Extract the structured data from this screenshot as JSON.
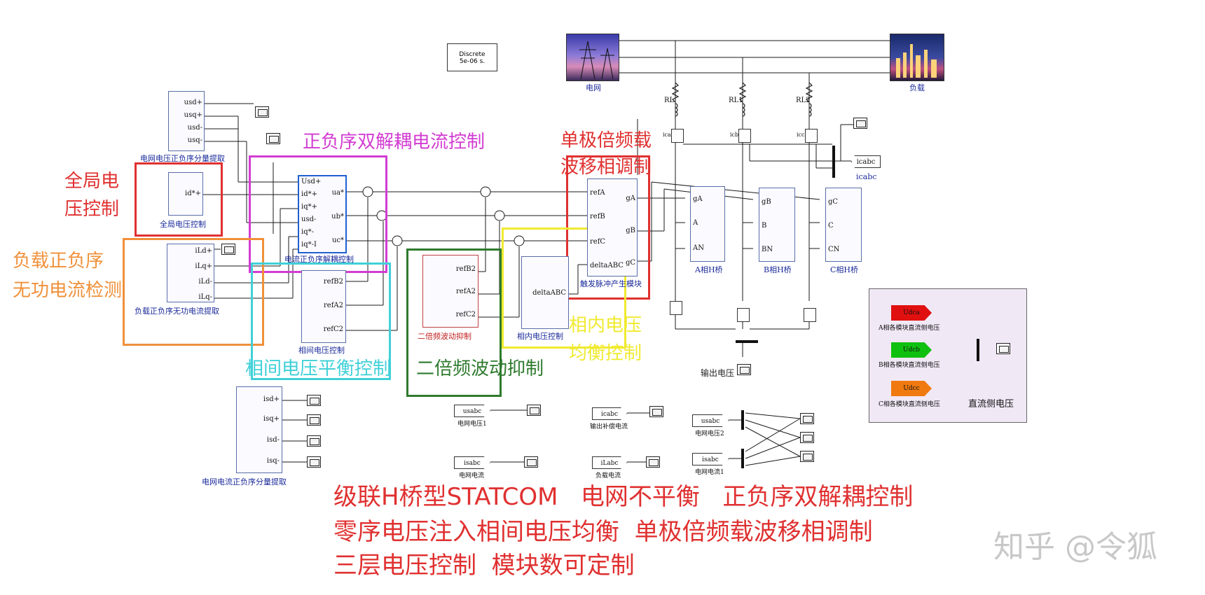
{
  "solver": {
    "line1": "Discrete",
    "line2": "5e-06 s."
  },
  "sources": {
    "grid": "电网",
    "load": "负载"
  },
  "resistors": {
    "r1": "RL",
    "r2": "RL1",
    "r3": "RL2"
  },
  "meas": {
    "ia": "ica",
    "ib": "icb",
    "ic": "icc"
  },
  "icabc_tag": "icabc",
  "icabc_label": "icabc",
  "blocks": {
    "grid_v_seq": {
      "label": "电网电压正负序分量提取",
      "ports": [
        "usd+",
        "usq+",
        "usd-",
        "usq-"
      ]
    },
    "global_v": {
      "label": "全局电压控制",
      "port": "id*+"
    },
    "load_seq": {
      "label": "负载正负序无功电流提取",
      "ports": [
        "iLd+",
        "iLq+",
        "iLd-",
        "iLq-"
      ]
    },
    "current_ctrl": {
      "label": "电流正负序解耦控制",
      "in_ports": [
        "Usd+",
        "id*+",
        "iq*+",
        "usd-",
        "iq*-",
        "iq*-I"
      ],
      "out_ports": [
        "ua*",
        "ub*",
        "uc*"
      ]
    },
    "interphase": {
      "label": "相间电压控制",
      "ports": [
        "refB2",
        "refA2",
        "refC2"
      ]
    },
    "second_harm": {
      "label": "二倍频波动抑制",
      "ports": [
        "refB2",
        "refA2",
        "refC2"
      ]
    },
    "inphase": {
      "label": "相内电压控制",
      "port": "deltaABC"
    },
    "pulse": {
      "label": "触发脉冲产生模块",
      "in_ports": [
        "refA",
        "refB",
        "refC",
        "deltaABC"
      ],
      "out_ports": [
        "gA",
        "gB",
        "gC"
      ]
    },
    "bridgeA": {
      "label": "A相H桥",
      "ports": [
        "gA",
        "A",
        "AN"
      ]
    },
    "bridgeB": {
      "label": "B相H桥",
      "ports": [
        "gB",
        "B",
        "BN"
      ]
    },
    "bridgeC": {
      "label": "C相H桥",
      "ports": [
        "gC",
        "C",
        "CN"
      ]
    },
    "grid_i_seq": {
      "label": "电网电流正负序分量提取",
      "ports": [
        "isd+",
        "isq+",
        "isd-",
        "isq-"
      ]
    }
  },
  "output_voltage": "输出电压",
  "gotos": {
    "g1": {
      "tag": "usabc",
      "label": "电网电压1"
    },
    "g2": {
      "tag": "isabc",
      "label": "电网电流"
    },
    "g3": {
      "tag": "icabc",
      "label": "输出补偿电流"
    },
    "g4": {
      "tag": "iLabc",
      "label": "负载电流"
    },
    "g5": {
      "tag": "usabc",
      "label": "电网电压2"
    },
    "g6": {
      "tag": "isabc",
      "label": "电网电流1"
    }
  },
  "dc_panel": {
    "tags": [
      "Udca",
      "Udcb",
      "Udcc"
    ],
    "labels": [
      "A相各模块直流侧电压",
      "B相各模块直流侧电压",
      "C相各模块直流侧电压"
    ],
    "title": "直流侧电压",
    "colors": [
      "#e01010",
      "#10c010",
      "#f07a10"
    ]
  },
  "annotations": {
    "pos_neg_ctrl": "正负序双解耦电流控制",
    "pulse_mod_1": "单极倍频载",
    "pulse_mod_2": "波移相调制",
    "global_1": "全局电",
    "global_2": "压控制",
    "load_1": "负载正负序",
    "load_2": "无功电流检测",
    "interphase": "相间电压平衡控制",
    "second_harm": "二倍频波动抑制",
    "inphase_1": "相内电压",
    "inphase_2": "均衡控制"
  },
  "summary": {
    "line1": "级联H桥型STATCOM   电网不平衡   正负序双解耦控制",
    "line2": "零序电压注入相间电压均衡  单极倍频载波移相调制",
    "line3": "三层电压控制  模块数可定制"
  },
  "watermark": "知乎 @令狐",
  "colors": {
    "magenta": "#d23cd2",
    "red": "#e03030",
    "orange": "#f0903a",
    "cyan": "#40d0d8",
    "green": "#2e7a2e",
    "yellow": "#f0ea30",
    "wire": "#1a1a1a",
    "block_border": "#5a6ea8",
    "panel_bg": "#f1e8f6"
  }
}
